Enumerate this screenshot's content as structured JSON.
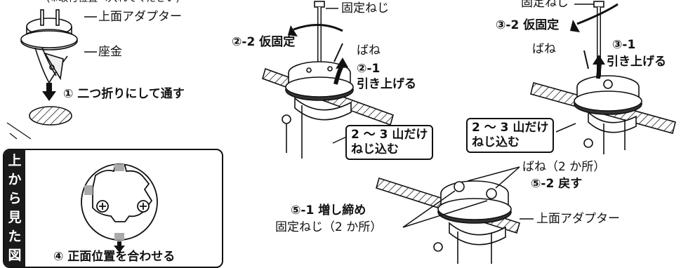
{
  "step1": {
    "top_cut": "(※取付位置へ入れてください)",
    "adapter_label": "上面アダプター",
    "washer_label": "座金",
    "instruction": "① 二つ折りにして通す"
  },
  "step2": {
    "screw_label": "固定ねじ",
    "temp_fix": "②-2 仮固定",
    "spring_label": "ばね",
    "step_no": "②-1",
    "pull_up": "引き上げる",
    "callout_line1": "2 ～ 3 山だけ",
    "callout_line2": "ねじ込む"
  },
  "step3": {
    "screw_label": "固定ねじ",
    "temp_fix": "③-2 仮固定",
    "spring_label": "ばね",
    "step_no": "③-1",
    "pull_up": "引き上げる",
    "callout_line1": "2 ～ 3 山だけ",
    "callout_line2": "ねじ込む"
  },
  "top_view": {
    "tab_chars": [
      "上",
      "か",
      "ら",
      "見",
      "た",
      "図"
    ],
    "instruction": "④ 正面位置を合わせる"
  },
  "step5": {
    "tighten": "⑤-1 増し締め",
    "screws_label": "固定ねじ（2 か所）",
    "springs_label": "ばね（2 か所）",
    "return": "⑤-2 戻す",
    "adapter_label": "上面アダプター"
  }
}
